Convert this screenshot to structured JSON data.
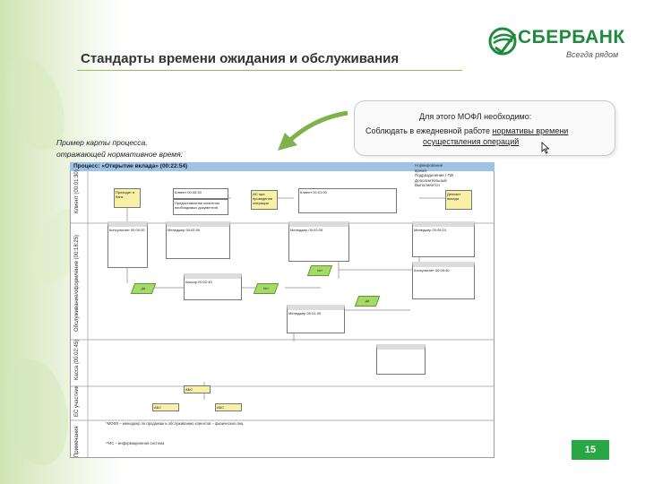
{
  "slide": {
    "title": "Стандарты времени ожидания и обслуживания",
    "page_number": "15"
  },
  "logo": {
    "name": "СБЕРБАНК",
    "slogan": "Всегда рядом"
  },
  "callout": {
    "line1": "Для этого МОФЛ необходимо:",
    "line2_prefix": "Соблюдать в ежедневной работе ",
    "line2_link": "нормативы времени",
    "line3_link": "осуществления операций"
  },
  "example_caption": {
    "line1": "Пример карты процесса,",
    "line2": "отражающей нормативное время:"
  },
  "diagram": {
    "header": "Процесс: «Открытие вклада» (00:22:54)",
    "legend": [
      "Нормирование",
      "время",
      "Подразделение / ПИ",
      "Дополнительный",
      "Выполняется"
    ],
    "lanes": [
      {
        "label": "Клиент (00:01:30)"
      },
      {
        "label": "Обслуживание/оформление (00:18:25)"
      },
      {
        "label": "Касса (00:02:45)"
      },
      {
        "label": "ЕС участник"
      },
      {
        "label": "Примечания"
      }
    ],
    "nodes": [
      {
        "text": "Приходит в банк"
      },
      {
        "text": "Клиент 00:00:30"
      },
      {
        "text": "Предоставление клиентом необходимых документов"
      },
      {
        "text": "ИС при проведении операции"
      },
      {
        "text": "Клиент 00:01:00"
      },
      {
        "text": "Депозит вклада"
      },
      {
        "text": "Консультант 00:00:20"
      },
      {
        "text": "Менеджер 00:02:50"
      },
      {
        "text": "Менеджер 00:02:05"
      },
      {
        "text": "Менеджер 00:05:10"
      },
      {
        "text": "Консультант 00:05:40"
      },
      {
        "text": "Кассир 00:02:45"
      },
      {
        "text": "Менеджер 00:01:30"
      },
      {
        "text": "Да"
      },
      {
        "text": "Нет"
      },
      {
        "text": "Нет"
      },
      {
        "text": "Да"
      },
      {
        "text": "АБС"
      },
      {
        "text": "АБС"
      },
      {
        "text": "АБС"
      }
    ],
    "notes": [
      "*МОФЛ – менеджер по продажам и обслуживанию клиентов – физических лиц",
      "**ИС – информационная система"
    ]
  },
  "colors": {
    "brand_green": "#1f8a3e",
    "badge_green": "#28a745",
    "header_blue": "#9dc2e8",
    "decision_green": "#a6d86a",
    "highlight_yellow": "#f7f0a6"
  }
}
